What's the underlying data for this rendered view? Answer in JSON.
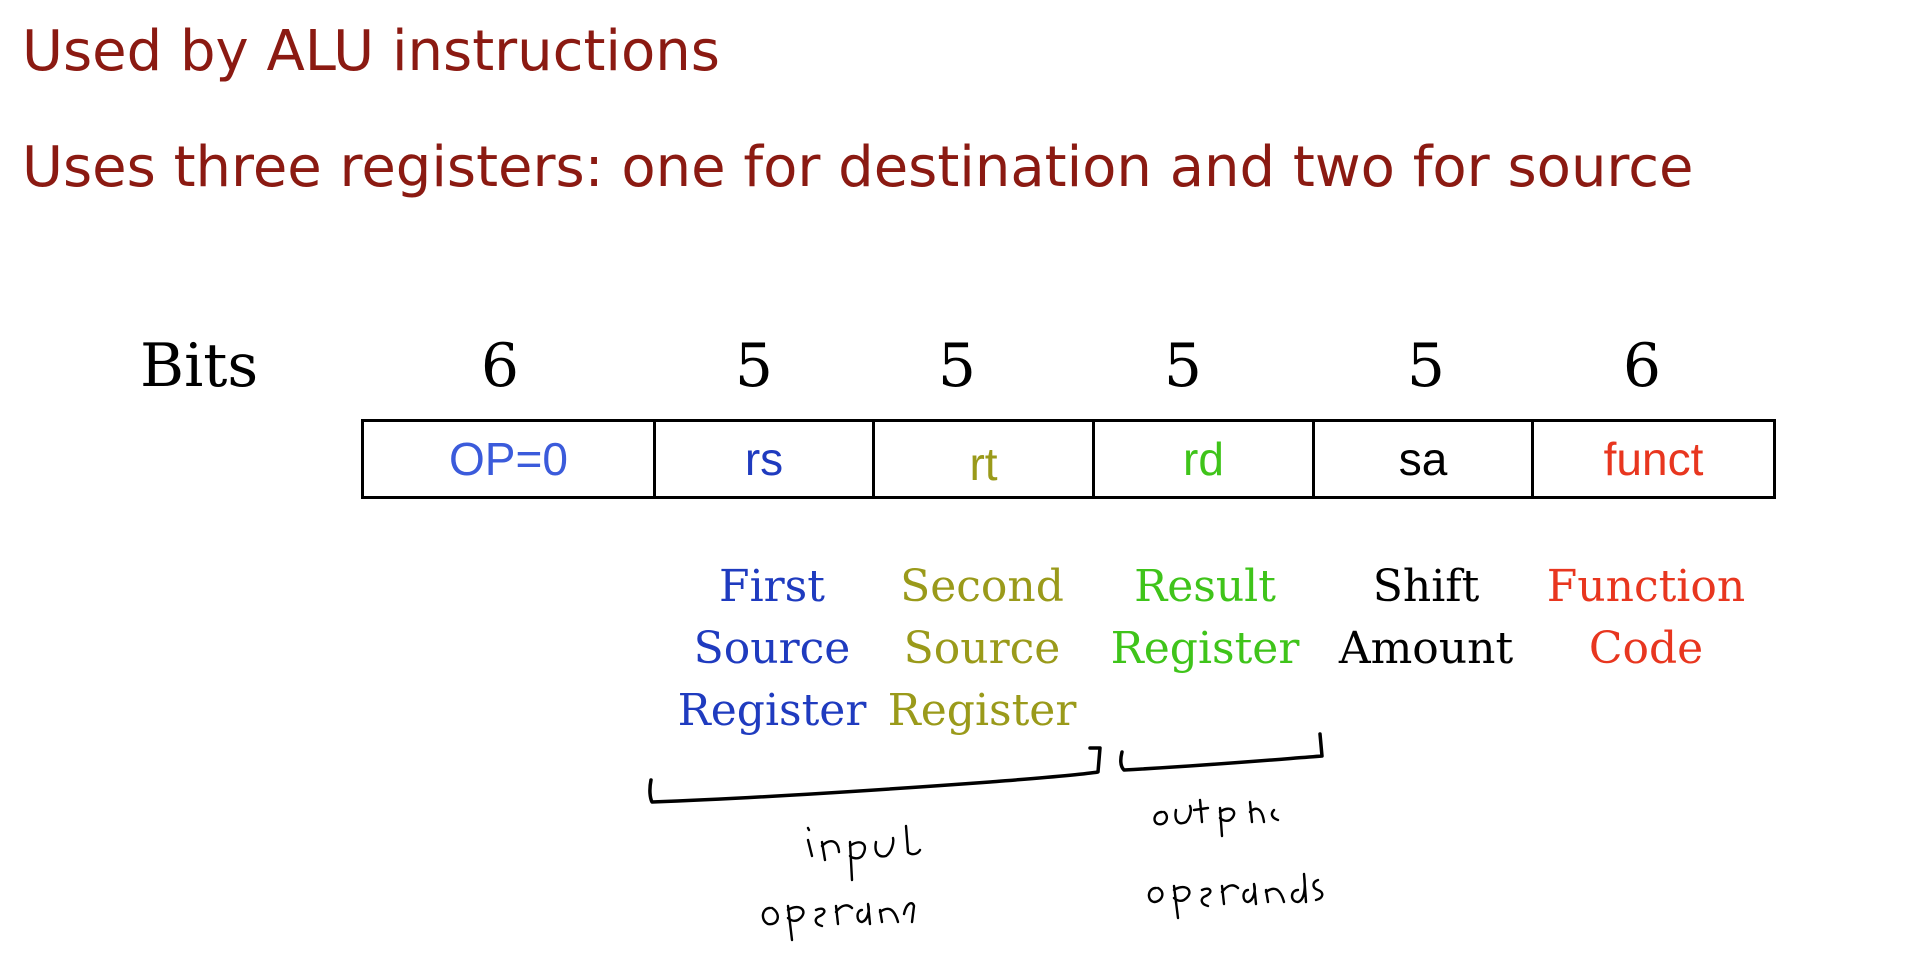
{
  "bullets": [
    "Used by ALU instructions",
    "Uses three registers: one for destination and two for source"
  ],
  "bits_label": "Bits",
  "fields": [
    {
      "bits": "6",
      "name": "OP=0",
      "color": "#3b5bdb"
    },
    {
      "bits": "5",
      "name": "rs",
      "color": "#1f3bbf"
    },
    {
      "bits": "5",
      "name": "rt",
      "color": "#9a9a1a"
    },
    {
      "bits": "5",
      "name": "rd",
      "color": "#3fc41a"
    },
    {
      "bits": "5",
      "name": "sa",
      "color": "#000000"
    },
    {
      "bits": "6",
      "name": "funct",
      "color": "#e8361f"
    }
  ],
  "descriptions": [
    {
      "field": "rs",
      "lines": [
        "First",
        "Source",
        "Register"
      ],
      "color": "#1f3bbf"
    },
    {
      "field": "rt",
      "lines": [
        "Second",
        "Source",
        "Register"
      ],
      "color": "#9a9a1a"
    },
    {
      "field": "rd",
      "lines": [
        "Result",
        "Register"
      ],
      "color": "#3fc41a"
    },
    {
      "field": "sa",
      "lines": [
        "Shift",
        "Amount"
      ],
      "color": "#000000"
    },
    {
      "field": "funct",
      "lines": [
        "Function",
        "Code"
      ],
      "color": "#e8361f"
    }
  ],
  "annotations": [
    {
      "text": "input operands",
      "covers": [
        "rs",
        "rt"
      ]
    },
    {
      "text": "outputs operands",
      "covers": [
        "rd"
      ]
    }
  ]
}
